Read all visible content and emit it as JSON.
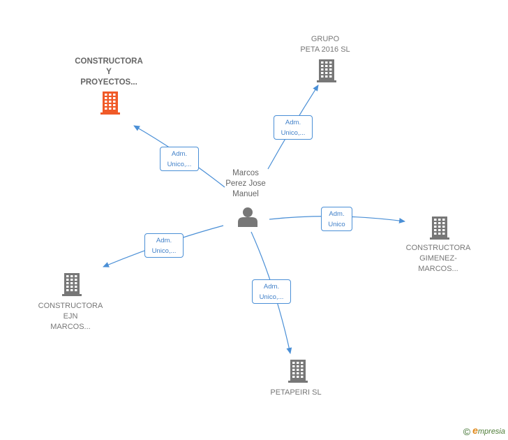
{
  "colors": {
    "edge": "#4a8fd6",
    "company": "#777777",
    "company_main": "#f05a28",
    "person": "#777777"
  },
  "center": {
    "label": "Marcos\nPerez Jose\nManuel",
    "icon": "person-icon"
  },
  "nodes": [
    {
      "id": "constructora-y-proyectos",
      "label": "CONSTRUCTORA\nY\nPROYECTOS...",
      "icon": "building-icon",
      "highlight": true
    },
    {
      "id": "grupo-peta",
      "label": "GRUPO\nPETA 2016  SL",
      "icon": "building-icon"
    },
    {
      "id": "constructora-gimenez",
      "label": "CONSTRUCTORA\nGIMENEZ-\nMARCOS...",
      "icon": "building-icon"
    },
    {
      "id": "constructora-ejn",
      "label": "CONSTRUCTORA\nEJN\nMARCOS...",
      "icon": "building-icon"
    },
    {
      "id": "petapeiri",
      "label": "PETAPEIRI  SL",
      "icon": "building-icon"
    }
  ],
  "edges": [
    {
      "to": "constructora-y-proyectos",
      "label": "Adm.\nUnico,..."
    },
    {
      "to": "grupo-peta",
      "label": "Adm.\nUnico,..."
    },
    {
      "to": "constructora-gimenez",
      "label": "Adm.\nUnico"
    },
    {
      "to": "constructora-ejn",
      "label": "Adm.\nUnico,..."
    },
    {
      "to": "petapeiri",
      "label": "Adm.\nUnico,..."
    }
  ],
  "footer": {
    "copyright": "©",
    "brand_initial": "e",
    "brand_rest": "mpresia"
  }
}
